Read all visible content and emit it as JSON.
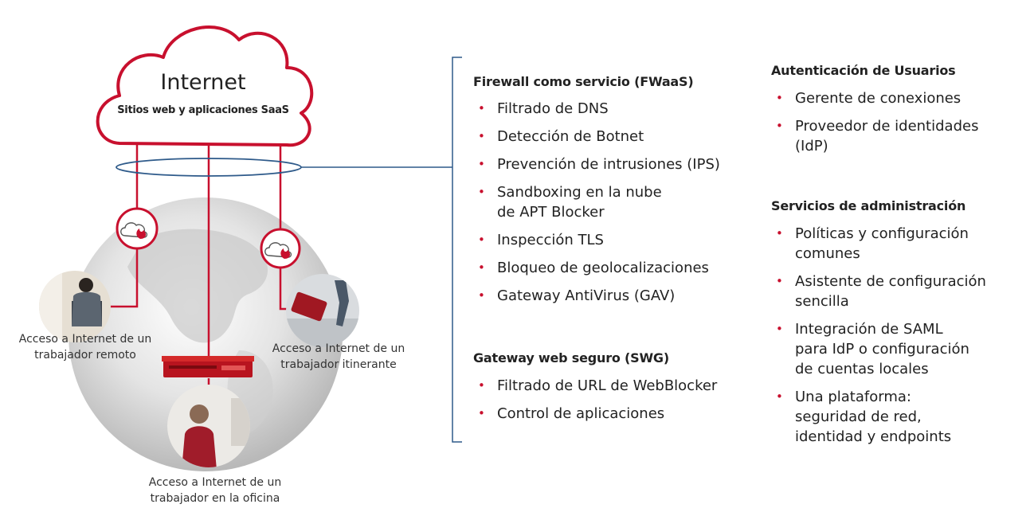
{
  "cloud": {
    "title": "Internet",
    "subtitle": "Sitios web y aplicaciones SaaS"
  },
  "captions": {
    "remote": [
      "Acceso a Internet de un",
      "trabajador remoto"
    ],
    "roaming": [
      "Acceso a Internet de un",
      "trabajador itinerante"
    ],
    "office": [
      "Acceso a Internet de un",
      "trabajador en la oficina"
    ]
  },
  "fwaas": {
    "heading": "Firewall como servicio (FWaaS)",
    "items": [
      "Filtrado de DNS",
      "Detección de Botnet",
      "Prevención de intrusiones (IPS)",
      [
        "Sandboxing en la nube",
        "de APT Blocker"
      ],
      "Inspección TLS",
      "Bloqueo de geolocalizaciones",
      "Gateway AntiVirus (GAV)"
    ]
  },
  "swg": {
    "heading": "Gateway web seguro (SWG)",
    "items": [
      "Filtrado de URL de WebBlocker",
      "Control de aplicaciones"
    ]
  },
  "auth": {
    "heading": "Autenticación de Usuarios",
    "items": [
      "Gerente de conexiones",
      [
        "Proveedor de identidades",
        "(IdP)"
      ]
    ]
  },
  "admin": {
    "heading": "Servicios de administración",
    "items": [
      [
        "Políticas y configuración",
        "comunes"
      ],
      [
        "Asistente de configuración",
        "sencilla"
      ],
      [
        "Integración de SAML",
        "para IdP o configuración",
        "de cuentas locales"
      ],
      [
        "Una plataforma:",
        "seguridad de red,",
        "identidad y endpoints"
      ]
    ]
  },
  "colors": {
    "brand_red": "#c8102e",
    "connector_blue": "#2e5a8a",
    "globe_gray": "#d6d6d6"
  },
  "icons": [
    "cloud-firebox-icon",
    "firebox-appliance-icon"
  ]
}
